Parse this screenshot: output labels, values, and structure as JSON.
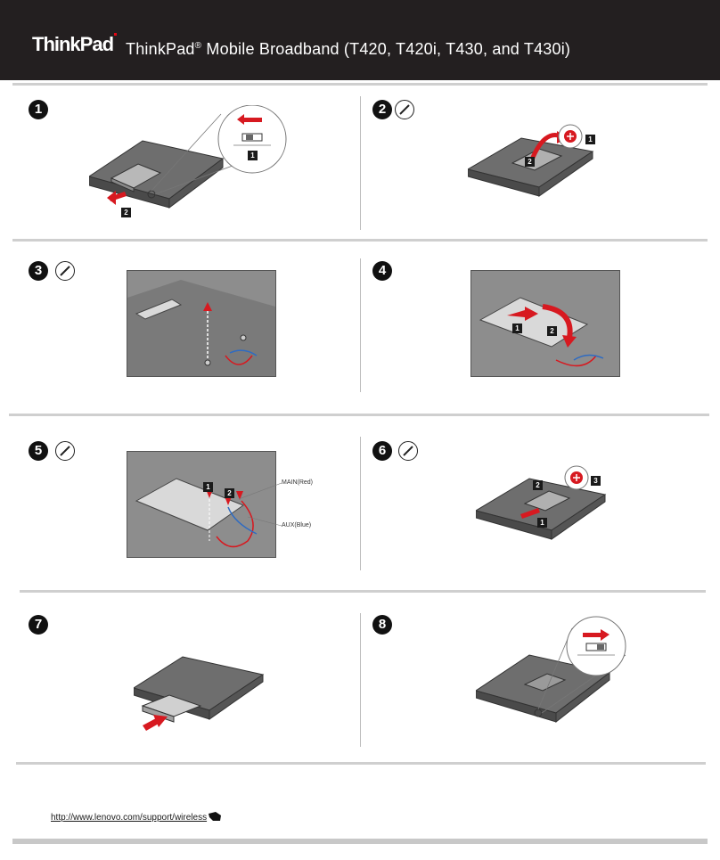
{
  "header": {
    "logo": "ThinkPad",
    "title": "ThinkPad",
    "title_sup": "®",
    "title_rest": " Mobile Broadband (T420, T420i, T430, and T430i)"
  },
  "steps": [
    {
      "number": "1",
      "tags": [
        "1",
        "2"
      ]
    },
    {
      "number": "2",
      "tags": [
        "1",
        "2"
      ]
    },
    {
      "number": "3"
    },
    {
      "number": "4",
      "tags": [
        "1",
        "2"
      ]
    },
    {
      "number": "5",
      "tags": [
        "1",
        "2"
      ],
      "labels": [
        "MAIN(Red)",
        "AUX(Blue)"
      ]
    },
    {
      "number": "6",
      "tags": [
        "1",
        "2",
        "3"
      ]
    },
    {
      "number": "7"
    },
    {
      "number": "8"
    }
  ],
  "footer": {
    "url": "http://www.lenovo.com/support/wireless"
  },
  "colors": {
    "accent": "#d71920",
    "header": "#231f20",
    "device": "#5a5a5a"
  }
}
